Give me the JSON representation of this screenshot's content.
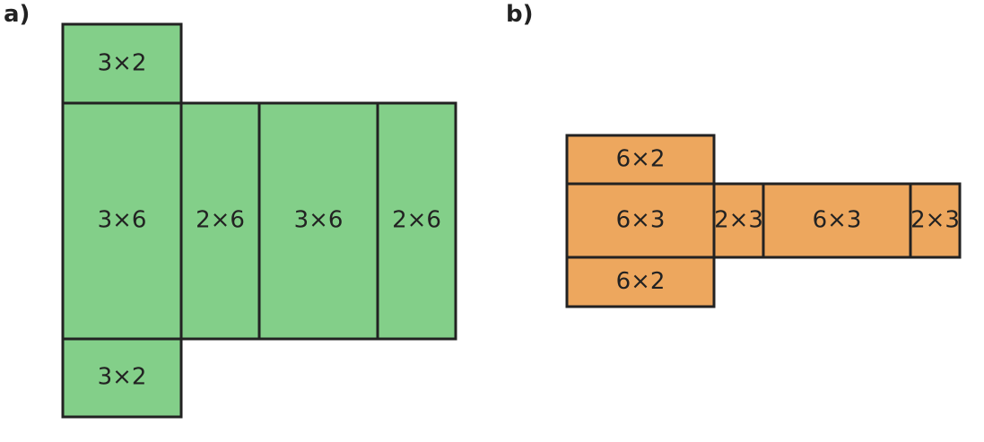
{
  "colors": {
    "net_a_fill": "#83cf89",
    "net_b_fill": "#eda75e",
    "stroke": "#222222",
    "text": "#222222"
  },
  "net_a": {
    "label": "a)",
    "faces": [
      {
        "label": "3×2"
      },
      {
        "label": "3×6"
      },
      {
        "label": "2×6"
      },
      {
        "label": "3×6"
      },
      {
        "label": "2×6"
      },
      {
        "label": "3×2"
      }
    ]
  },
  "net_b": {
    "label": "b)",
    "faces": [
      {
        "label": "6×2"
      },
      {
        "label": "6×3"
      },
      {
        "label": "2×3"
      },
      {
        "label": "6×3"
      },
      {
        "label": "2×3"
      },
      {
        "label": "6×2"
      }
    ]
  }
}
